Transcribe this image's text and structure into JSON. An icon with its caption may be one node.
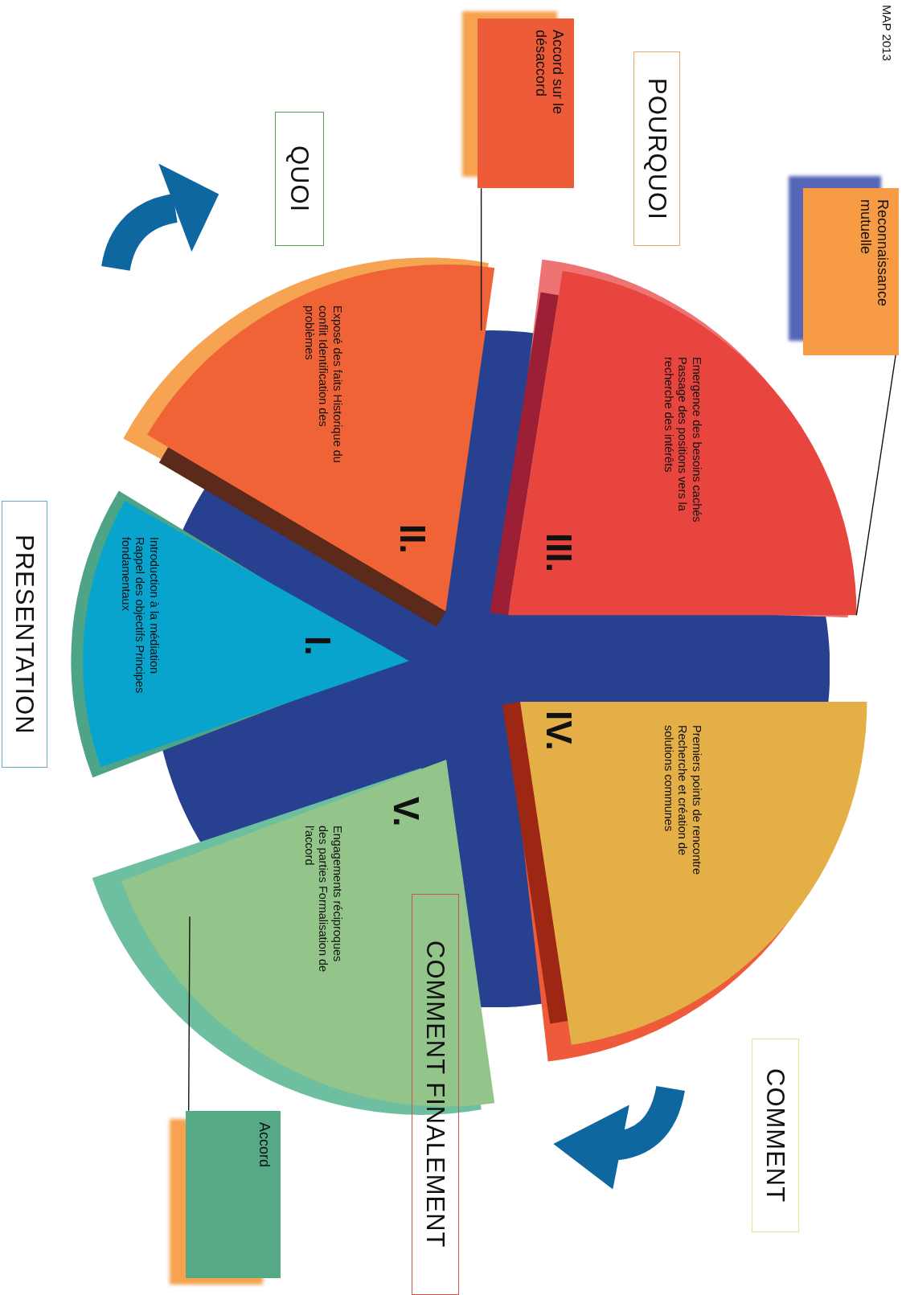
{
  "diagram": {
    "nodes": [
      {
        "text": [
          "Reconnaissance mutuelle"
        ]
      },
      {
        "text": [
          "POURQUOI"
        ]
      },
      {
        "text": [
          "Accord sur le désaccord"
        ]
      },
      {
        "text": [
          "QUOI"
        ]
      },
      {
        "text": [
          "III.",
          "Emergence des besoins cachés Passage des positions vers la recherche des intérêts"
        ]
      },
      {
        "text": [
          "II.",
          "Exposé des faits Historique du conflit Identification des problèmes"
        ]
      },
      {
        "text": [
          "I.",
          "Introduction à la médiation Rappel des objectifs Principes fondamentaux"
        ]
      },
      {
        "text": [
          "IV.",
          "Premiers points de rencontre Recherche et création de solutions communes"
        ]
      },
      {
        "text": [
          "V.",
          "Engagements réciproques des parties Formalisation de l'accord"
        ]
      },
      {
        "text": [],
        "shape": "circle"
      },
      {
        "text": [
          "PRESENTATION"
        ]
      },
      {
        "text": [
          "COMMENT"
        ]
      },
      {
        "text": [
          "COMMENT FINALEMENT"
        ]
      },
      {
        "text": [
          "Accord"
        ]
      }
    ],
    "edges": [
      {
        "from": 0,
        "to": 4,
        "arrow": "none"
      },
      {
        "from": 2,
        "to": 9,
        "arrow": "none"
      },
      {
        "from": 13,
        "to": 8,
        "arrow": "none"
      }
    ],
    "labels": [
      "MAP 2013"
    ]
  }
}
